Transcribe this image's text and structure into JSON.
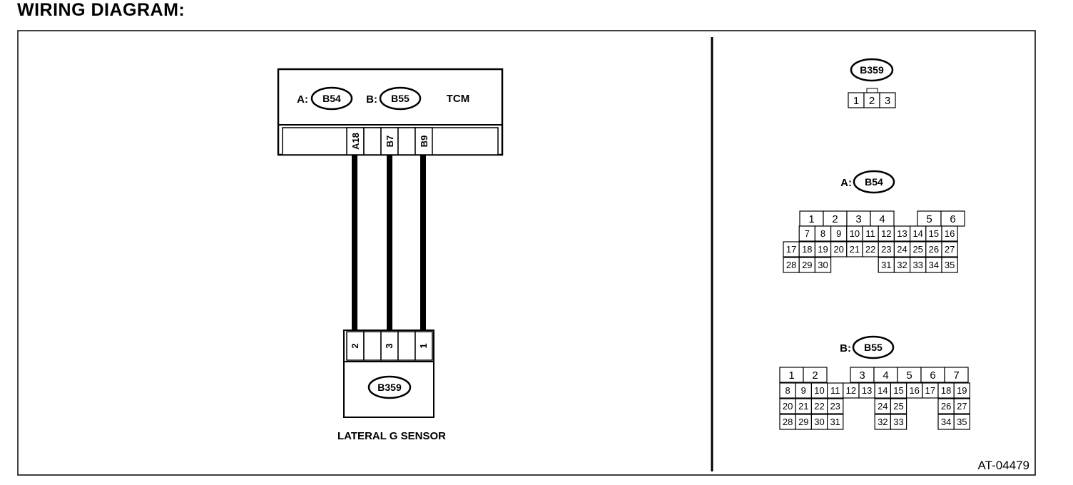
{
  "heading": "WIRING DIAGRAM:",
  "figure_code": "AT-04479",
  "tcm": {
    "label": "TCM",
    "connector_a_prefix": "A:",
    "connector_a": "B54",
    "connector_b_prefix": "B:",
    "connector_b": "B55",
    "terminals": [
      "A18",
      "B7",
      "B9"
    ]
  },
  "sensor": {
    "label": "LATERAL G SENSOR",
    "connector": "B359",
    "pins": [
      "2",
      "3",
      "1"
    ]
  },
  "b359_face": {
    "title": "B359",
    "pins": [
      "1",
      "2",
      "3"
    ]
  },
  "b54_face": {
    "prefix": "A:",
    "title": "B54",
    "rows": [
      [
        null,
        "1",
        "2",
        "3",
        "4",
        null,
        "5",
        "6"
      ],
      [
        null,
        "7",
        "8",
        "9",
        "10",
        "11",
        "12",
        "13",
        "14",
        "15",
        "16"
      ],
      [
        "17",
        "18",
        "19",
        "20",
        "21",
        "22",
        "23",
        "24",
        "25",
        "26",
        "27"
      ],
      [
        "28",
        "29",
        "30",
        null,
        null,
        null,
        "31",
        "32",
        "33",
        "34",
        "35"
      ]
    ]
  },
  "b55_face": {
    "prefix": "B:",
    "title": "B55",
    "rows": [
      [
        "1",
        "2",
        null,
        "3",
        "4",
        "5",
        "6",
        "7"
      ],
      [
        "8",
        "9",
        "10",
        "11",
        "12",
        "13",
        "14",
        "15",
        "16",
        "17",
        "18",
        "19"
      ],
      [
        "20",
        "21",
        "22",
        "23",
        null,
        null,
        "24",
        "25",
        null,
        null,
        "26",
        "27"
      ],
      [
        "28",
        "29",
        "30",
        "31",
        null,
        null,
        "32",
        "33",
        null,
        null,
        "34",
        "35"
      ]
    ]
  }
}
